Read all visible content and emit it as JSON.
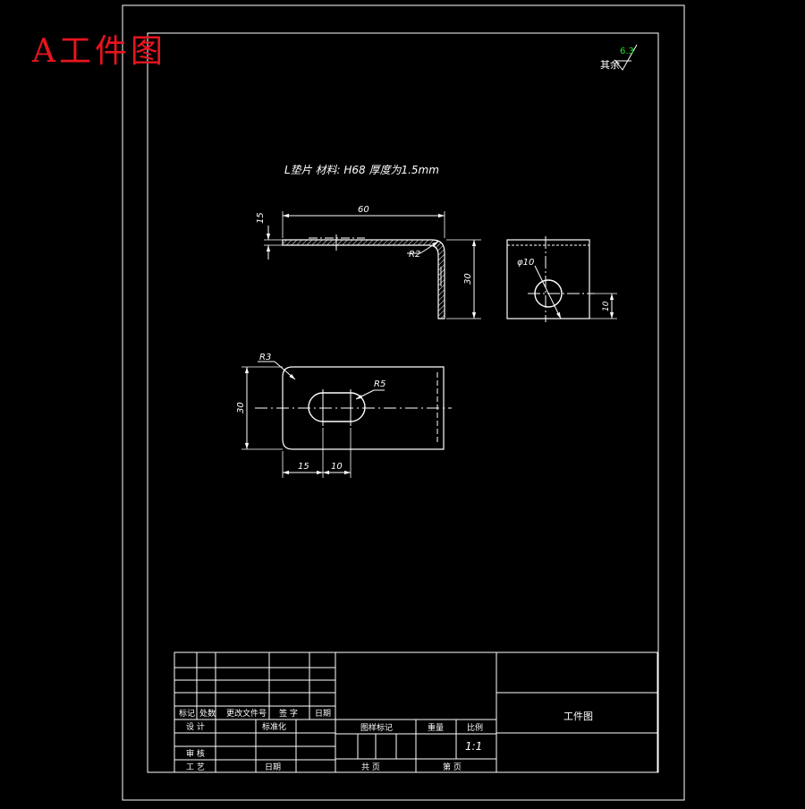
{
  "corner_label": "A工件图",
  "roughness": {
    "value": "6.3",
    "prefix": "其余"
  },
  "part_note": "L垫片  材料: H68   厚度为1.5mm",
  "dimensions": {
    "length_60": "60",
    "flange_15": "15",
    "radius_r2": "R2",
    "height_30_side": "30",
    "hole_phi10": "φ10",
    "offset_10_end": "10",
    "radius_r3": "R3",
    "radius_r5": "R5",
    "width_30_plan": "30",
    "slot_15": "15",
    "slot_10": "10"
  },
  "title_block": {
    "col_mark": "标记",
    "col_count": "处数",
    "col_doc": "更改文件号",
    "col_sign": "签 字",
    "col_date": "日期",
    "design": "设 计",
    "standard": "标准化",
    "review": "审 核",
    "process": "工 艺",
    "date": "日期",
    "stage": "图样标记",
    "weight": "重量",
    "scale_label": "比例",
    "scale_value": "1:1",
    "sheets_total": "共    页",
    "sheet_no": "第    页",
    "drawing_name": "工件图"
  }
}
